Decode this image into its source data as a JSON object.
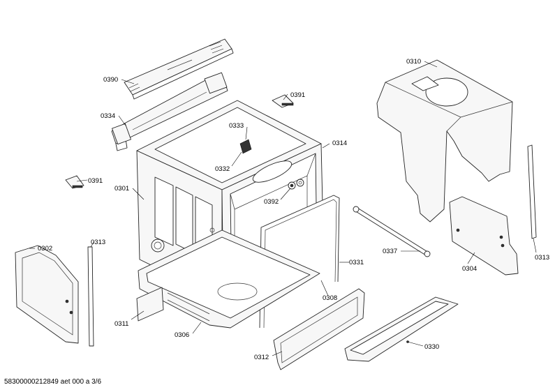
{
  "labels": {
    "p0390": "0390",
    "p0334": "0334",
    "p0391a": "0391",
    "p0391b": "0391",
    "p0333": "0333",
    "p0332": "0332",
    "p0314": "0314",
    "p0301": "0301",
    "p0392": "0392",
    "p0310": "0310",
    "p0302": "0302",
    "p0313a": "0313",
    "p0313b": "0313",
    "p0337": "0337",
    "p0304": "0304",
    "p0331": "0331",
    "p0308": "0308",
    "p0311": "0311",
    "p0306": "0306",
    "p0312": "0312",
    "p0330": "0330"
  },
  "footer": "58300000212849 aet 000 a 3/6"
}
